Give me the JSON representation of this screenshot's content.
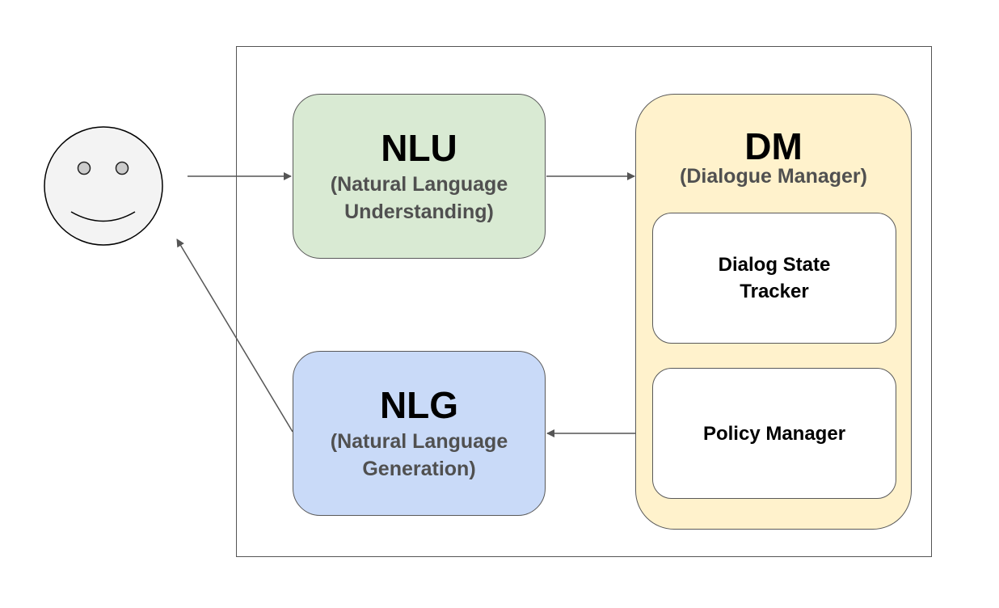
{
  "user": {
    "icon": "smiley-face-icon"
  },
  "nlu": {
    "title": "NLU",
    "subtitle_line1": "(Natural Language",
    "subtitle_line2": "Understanding)",
    "fill": "#d9ead3"
  },
  "nlg": {
    "title": "NLG",
    "subtitle_line1": "(Natural Language",
    "subtitle_line2": "Generation)",
    "fill": "#c9daf8"
  },
  "dm": {
    "title": "DM",
    "subtitle": "(Dialogue Manager)",
    "fill": "#fff2cc",
    "components": [
      {
        "line1": "Dialog State",
        "line2": "Tracker"
      },
      {
        "line1": "Policy Manager",
        "line2": ""
      }
    ]
  },
  "colors": {
    "border": "#595959",
    "arrow": "#555555",
    "face_fill": "#f3f3f3",
    "eye_fill": "#cccccc"
  }
}
